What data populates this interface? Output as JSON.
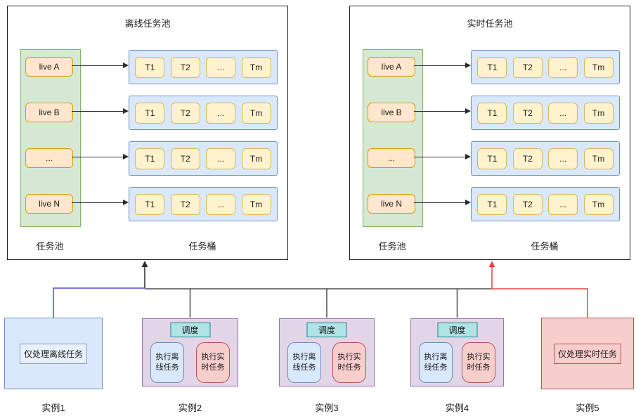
{
  "pools": [
    {
      "title": "离线任务池",
      "pool_label": "任务池",
      "bucket_label": "任务桶",
      "lives": [
        "live A",
        "live B",
        "...",
        "live N"
      ],
      "bucket_tasks": [
        "T1",
        "T2",
        "...",
        "Tm"
      ]
    },
    {
      "title": "实时任务池",
      "pool_label": "任务池",
      "bucket_label": "任务桶",
      "lives": [
        "live A",
        "live B",
        "...",
        "live N"
      ],
      "bucket_tasks": [
        "T1",
        "T2",
        "...",
        "Tm"
      ]
    }
  ],
  "instances": [
    {
      "label": "实例1",
      "type": "offline-only",
      "content": "仅处理离线任务"
    },
    {
      "label": "实例2",
      "type": "hybrid",
      "scheduler": "调度",
      "offline_task": "执行离线任务",
      "realtime_task": "执行实时任务"
    },
    {
      "label": "实例3",
      "type": "hybrid",
      "scheduler": "调度",
      "offline_task": "执行离线任务",
      "realtime_task": "执行实时任务"
    },
    {
      "label": "实例4",
      "type": "hybrid",
      "scheduler": "调度",
      "offline_task": "执行离线任务",
      "realtime_task": "执行实时任务"
    },
    {
      "label": "实例5",
      "type": "realtime-only",
      "content": "仅处理实时任务"
    }
  ],
  "colors": {
    "pool_border": "#1f1f1f",
    "live_column_fill": "#d5e8d4",
    "live_column_border": "#82b366",
    "live_chip_fill": "#ffe6cc",
    "live_chip_border": "#d79b00",
    "bucket_fill": "#dae8fc",
    "bucket_border": "#6c8ebf",
    "task_chip_fill": "#fff2cc",
    "task_chip_border": "#d6b656",
    "offline_instance_fill": "#dae8fc",
    "offline_instance_border": "#6c8ebf",
    "hybrid_instance_fill": "#e1d5e7",
    "hybrid_instance_border": "#9673a6",
    "realtime_instance_fill": "#f8cecc",
    "realtime_instance_border": "#b85450",
    "scheduler_fill": "#b0e3e6",
    "scheduler_border": "#1b8289",
    "offline_link": "#4852e0",
    "realtime_link": "#e84444",
    "bus_line": "#4d4d4d",
    "arrow": "#2b2b2b"
  }
}
